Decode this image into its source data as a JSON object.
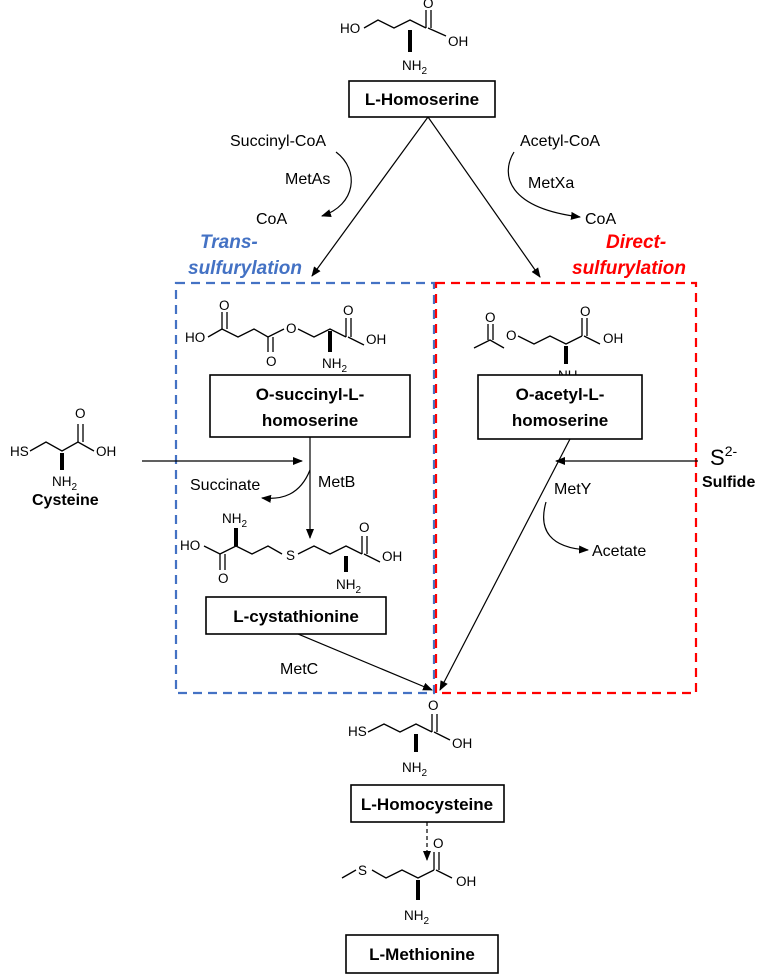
{
  "boxes": {
    "homoserine": "L-Homoserine",
    "succinyl_homoserine_line1": "O-succinyl-L-",
    "succinyl_homoserine_line2": "homoserine",
    "acetyl_homoserine_line1": "O-acetyl-L-",
    "acetyl_homoserine_line2": "homoserine",
    "cystathionine": "L-cystathionine",
    "homocysteine": "L-Homocysteine",
    "methionine": "L-Methionine"
  },
  "pathways": {
    "trans_line1": "Trans-",
    "trans_line2": "sulfurylation",
    "trans_color": "#4472C4",
    "direct_line1": "Direct-",
    "direct_line2": "sulfurylation",
    "direct_color": "#FF0000"
  },
  "cofactors": {
    "succinyl_coa": "Succinyl-CoA",
    "acetyl_coa": "Acetyl-CoA",
    "coa_left": "CoA",
    "coa_right": "CoA",
    "succinate": "Succinate",
    "acetate": "Acetate"
  },
  "enzymes": {
    "metas": "MetAs",
    "metxa": "MetXa",
    "metb": "MetB",
    "mety": "MetY",
    "metc": "MetC"
  },
  "side_substrates": {
    "cysteine": "Cysteine",
    "sulfide_symbol": "S",
    "sulfide_charge": "2-",
    "sulfide": "Sulfide"
  },
  "atoms": {
    "ho": "HO",
    "oh": "OH",
    "o": "O",
    "nh2": "NH",
    "sub2": "2",
    "hs": "HS",
    "s": "S"
  }
}
